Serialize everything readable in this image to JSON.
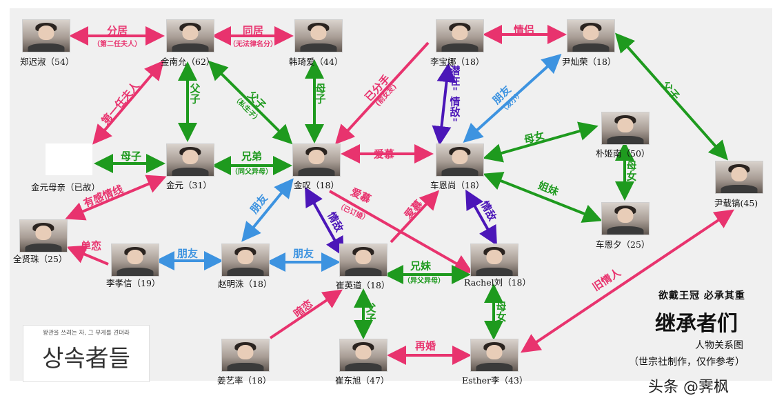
{
  "title": {
    "tagline": "欲戴王冠 必承其重",
    "main": "继承者们",
    "sub": "人物关系图",
    "credit": "（世宗社制作，仅作参考）"
  },
  "logo": {
    "tag": "왕관을 쓰려는 자, 그 무게를 견뎌라",
    "mark": "상속者들"
  },
  "watermark": "头条 @霁枫",
  "colors": {
    "pink": "#e8336e",
    "green": "#1e9a1e",
    "blue": "#3d93e0",
    "purple": "#4b16b8"
  },
  "nodes": [
    {
      "id": "zheng",
      "label": "郑迟淑（54）"
    },
    {
      "id": "jinnanyun",
      "label": "金南允（62）"
    },
    {
      "id": "hanqiai",
      "label": "韩琦爱（44）"
    },
    {
      "id": "libaona",
      "label": "李宝娜（18）"
    },
    {
      "id": "yincanrong",
      "label": "尹灿荣（18）"
    },
    {
      "id": "jinyuanmother",
      "label": "金元母亲（已故）"
    },
    {
      "id": "jinyuan",
      "label": "金元（31）"
    },
    {
      "id": "jintan",
      "label": "金叹（18）"
    },
    {
      "id": "cheenshang",
      "label": "车恩尚（18）"
    },
    {
      "id": "piaojinan",
      "label": "朴姬南（50）"
    },
    {
      "id": "yinzaigao",
      "label": "尹载镐(45)"
    },
    {
      "id": "cheenxi",
      "label": "车恩夕（25）"
    },
    {
      "id": "quanxianzhu",
      "label": "全贤珠（25）"
    },
    {
      "id": "lixiaoxin",
      "label": "李孝信（19）"
    },
    {
      "id": "zhaomingzhu",
      "label": "赵明洙（18）"
    },
    {
      "id": "cuiyingdao",
      "label": "崔英道（18）"
    },
    {
      "id": "rachel",
      "label": "Rachel刘（18）"
    },
    {
      "id": "jiangyisu",
      "label": "姜艺率（18）"
    },
    {
      "id": "cuidongxu",
      "label": "崔东旭（47）"
    },
    {
      "id": "esther",
      "label": "Esther李（43）"
    }
  ],
  "edges": [
    {
      "label": "分居",
      "sub": "（第二任夫人）"
    },
    {
      "label": "同居",
      "sub": "（无法律名分）"
    },
    {
      "label": "情侣"
    },
    {
      "label": "已分手",
      "sub": "(前女友)"
    },
    {
      "label": "父子"
    },
    {
      "label": "父子",
      "sub": "（私生子）"
    },
    {
      "label": "母子"
    },
    {
      "label": "潜在\"情敌\""
    },
    {
      "label": "朋友",
      "sub": "（发小）"
    },
    {
      "label": "父子"
    },
    {
      "label": "第一任夫人"
    },
    {
      "label": "母子"
    },
    {
      "label": "兄弟",
      "sub": "（同父异母）"
    },
    {
      "label": "爱慕"
    },
    {
      "label": "母女"
    },
    {
      "label": "母女"
    },
    {
      "label": "有感情线"
    },
    {
      "label": "朋友"
    },
    {
      "label": "情敌"
    },
    {
      "label": "爱慕",
      "sub": "（已订婚）"
    },
    {
      "label": "爱慕"
    },
    {
      "label": "情敌"
    },
    {
      "label": "姐妹"
    },
    {
      "label": "单恋"
    },
    {
      "label": "朋友"
    },
    {
      "label": "朋友"
    },
    {
      "label": "兄妹",
      "sub": "（异父异母）"
    },
    {
      "label": "暗恋"
    },
    {
      "label": "父子"
    },
    {
      "label": "再婚"
    },
    {
      "label": "母女"
    },
    {
      "label": "旧情人"
    }
  ]
}
